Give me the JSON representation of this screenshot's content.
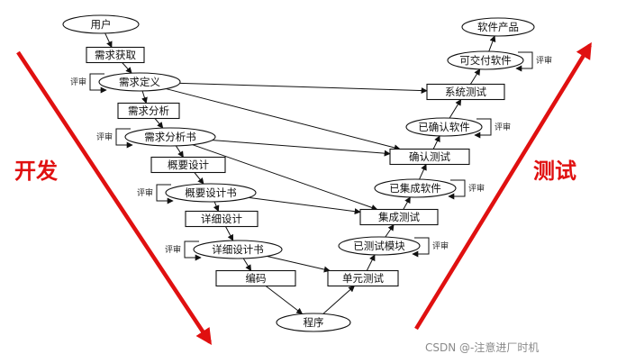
{
  "diagram": {
    "title": "",
    "side_labels": {
      "left": "开发",
      "right": "测试"
    },
    "review_label": "评审",
    "left_branch": [
      {
        "kind": "ellipse",
        "text": "用户"
      },
      {
        "kind": "box",
        "text": "需求获取"
      },
      {
        "kind": "ellipse",
        "text": "需求定义",
        "review": true
      },
      {
        "kind": "box",
        "text": "需求分析"
      },
      {
        "kind": "ellipse",
        "text": "需求分析书",
        "review": true
      },
      {
        "kind": "box",
        "text": "概要设计"
      },
      {
        "kind": "ellipse",
        "text": "概要设计书",
        "review": true
      },
      {
        "kind": "box",
        "text": "详细设计"
      },
      {
        "kind": "ellipse",
        "text": "详细设计书",
        "review": true
      },
      {
        "kind": "box",
        "text": "编码"
      }
    ],
    "bottom_node": {
      "kind": "ellipse",
      "text": "程序"
    },
    "right_branch": [
      {
        "kind": "box",
        "text": "单元测试"
      },
      {
        "kind": "ellipse",
        "text": "已测试模块",
        "review": true
      },
      {
        "kind": "box",
        "text": "集成测试"
      },
      {
        "kind": "ellipse",
        "text": "已集成软件",
        "review": true
      },
      {
        "kind": "box",
        "text": "确认测试"
      },
      {
        "kind": "ellipse",
        "text": "已确认软件",
        "review": true
      },
      {
        "kind": "box",
        "text": "系统测试"
      },
      {
        "kind": "ellipse",
        "text": "可交付软件",
        "review": true
      },
      {
        "kind": "ellipse",
        "text": "软件产品"
      }
    ],
    "cross_links": [
      {
        "from": "需求定义",
        "to": "系统测试"
      },
      {
        "from": "需求定义",
        "to": "确认测试"
      },
      {
        "from": "需求分析书",
        "to": "确认测试"
      },
      {
        "from": "需求分析书",
        "to": "集成测试"
      },
      {
        "from": "概要设计书",
        "to": "集成测试"
      },
      {
        "from": "详细设计书",
        "to": "单元测试"
      }
    ],
    "colors": {
      "arrow_red": "#e01010",
      "line": "#111111",
      "watermark": "#8a8a8a"
    }
  },
  "watermark": "CSDN @-注意进厂时机"
}
